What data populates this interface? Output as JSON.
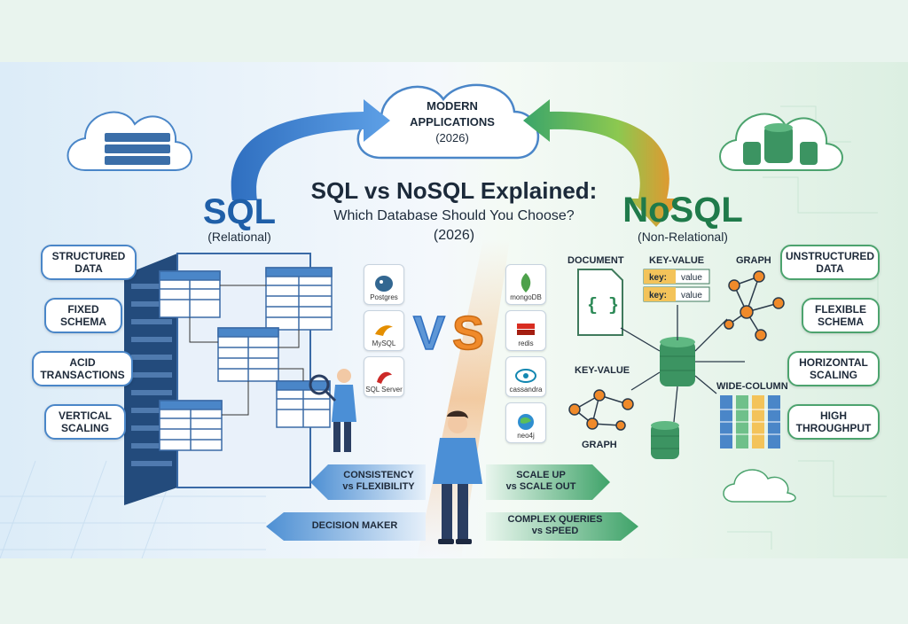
{
  "title": {
    "main": "SQL vs NoSQL Explained:",
    "sub": "Which Database Should You Choose?",
    "year": "(2026)"
  },
  "center_cloud": {
    "line1": "MODERN",
    "line2": "APPLICATIONS",
    "line3": "(2026)"
  },
  "sql": {
    "heading": "SQL",
    "subheading": "(Relational)",
    "features": [
      {
        "line1": "STRUCTURED",
        "line2": "DATA"
      },
      {
        "line1": "FIXED",
        "line2": "SCHEMA"
      },
      {
        "line1": "ACID",
        "line2": "TRANSACTIONS"
      },
      {
        "line1": "VERTICAL",
        "line2": "SCALING"
      }
    ],
    "logos": [
      "Postgres",
      "MySQL",
      "SQL Server"
    ]
  },
  "nosql": {
    "heading": "NoSQL",
    "subheading": "(Non-Relational)",
    "features": [
      {
        "line1": "UNSTRUCTURED",
        "line2": "DATA"
      },
      {
        "line1": "FLEXIBLE",
        "line2": "SCHEMA"
      },
      {
        "line1": "HORIZONTAL",
        "line2": "SCALING"
      },
      {
        "line1": "HIGH",
        "line2": "THROUGHPUT"
      }
    ],
    "logos": [
      "mongoDB",
      "redis",
      "cassandra",
      "neo4j"
    ],
    "models": {
      "document": "DOCUMENT",
      "key_value_top": "KEY-VALUE",
      "graph_top": "GRAPH",
      "key_value_bottom": "KEY-VALUE",
      "graph_bottom": "GRAPH",
      "wide_column": "WIDE-COLUMN",
      "kv_key": "key:",
      "kv_value": "value"
    }
  },
  "vs": "VS",
  "tradeoffs": {
    "left_top": {
      "line1": "CONSISTENCY",
      "line2": "vs FLEXIBILITY"
    },
    "left_bottom": {
      "line1": "DECISION MAKER",
      "line2": ""
    },
    "right_top": {
      "line1": "SCALE UP",
      "line2": "vs SCALE OUT"
    },
    "right_bottom": {
      "line1": "COMPLEX QUERIES",
      "line2": "vs SPEED"
    }
  },
  "colors": {
    "sql_blue": "#1f5fa8",
    "nosql_green": "#1f7a4a",
    "vs_blue": "#5d96d6",
    "vs_orange": "#f08a2a",
    "border_blue": "#4a86c8",
    "border_green": "#4ca36e"
  }
}
